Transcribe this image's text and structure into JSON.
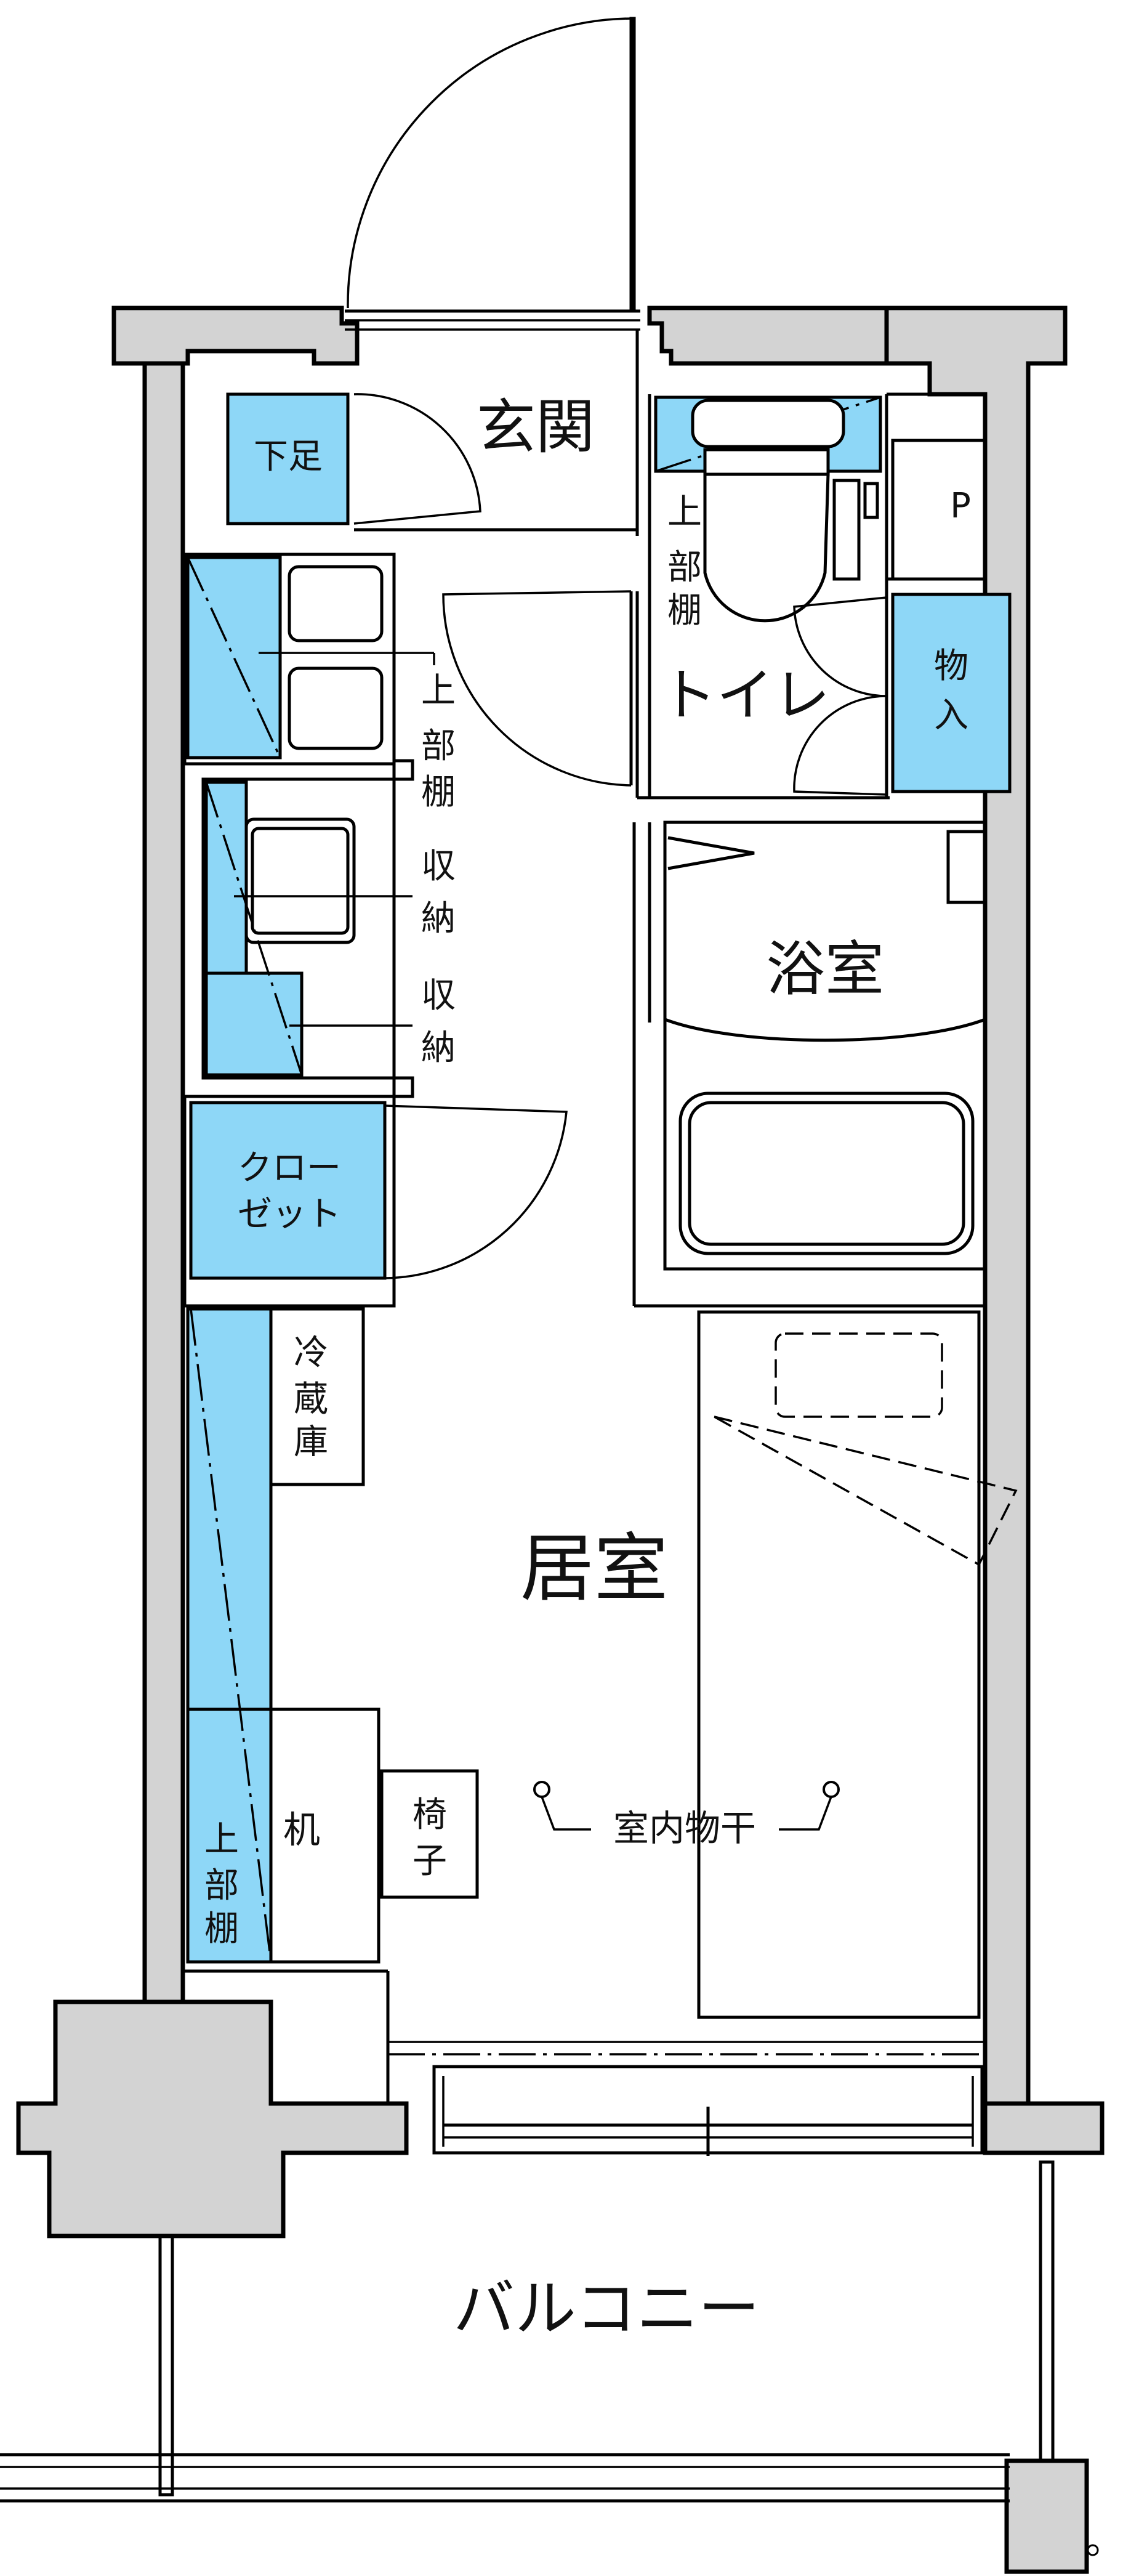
{
  "labels": {
    "entrance": "玄関",
    "shoe_storage": "下足",
    "toilet": "トイレ",
    "upper_shelf": "上部棚",
    "storage": "収納",
    "closet_line1": "クロー",
    "closet_line2": "ゼット",
    "bathroom": "浴室",
    "pipe_space": "P",
    "storeroom": "物入",
    "refrigerator": "冷蔵庫",
    "living_room": "居室",
    "desk": "机",
    "chair": "椅子",
    "indoor_drying": "室内物干",
    "balcony": "バルコニー"
  },
  "colors": {
    "storage_fill": "#8ed7f7",
    "wall_fill": "#d3d3d3",
    "line": "#000000"
  }
}
